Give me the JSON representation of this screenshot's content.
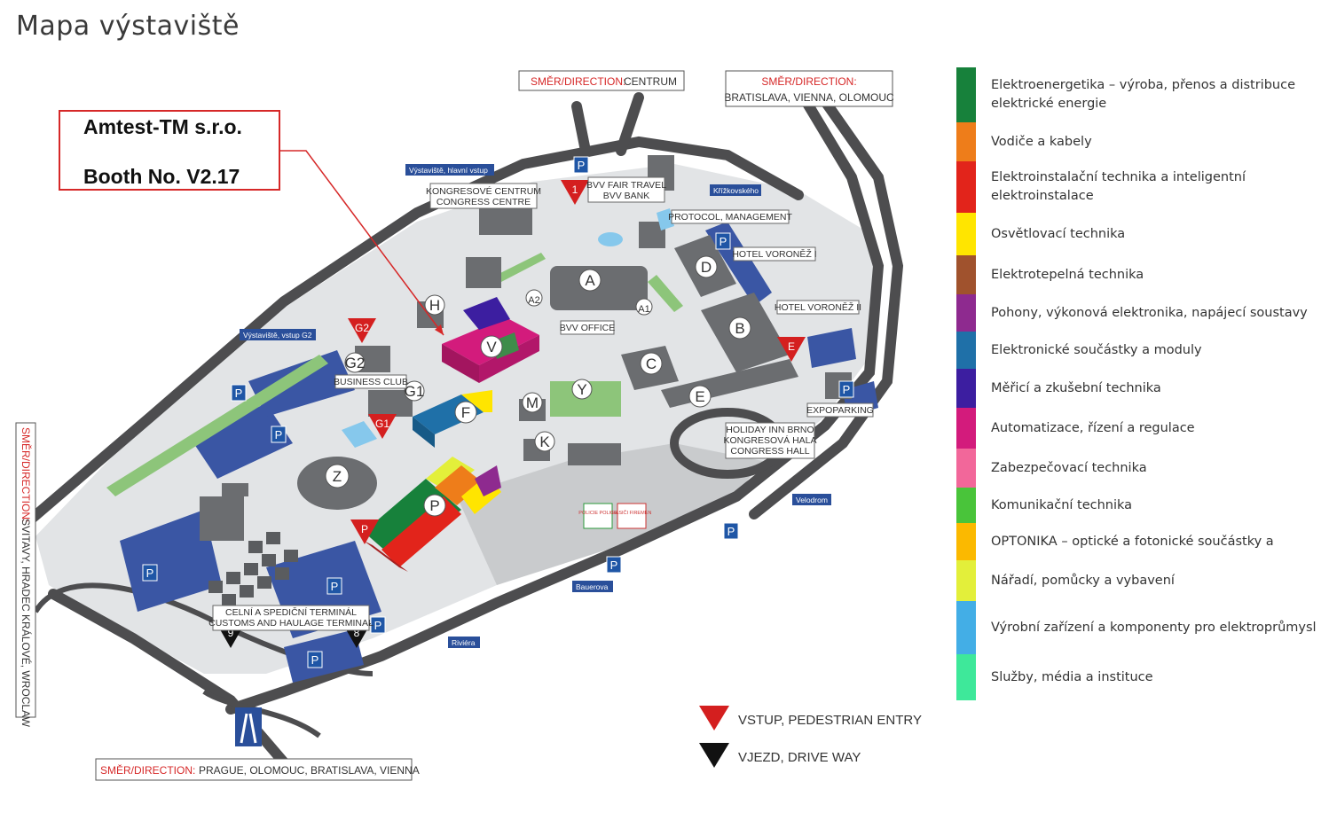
{
  "page_title": "Mapa výstaviště",
  "callout": {
    "company": "Amtest-TM s.r.o.",
    "booth": "Booth No. V2.17"
  },
  "directions": {
    "top_centre": {
      "prefix": "SMĚR/DIRECTION:",
      "text": "CENTRUM"
    },
    "top_right": {
      "prefix": "SMĚR/DIRECTION:",
      "text": "BRATISLAVA, VIENNA, OLOMOUC"
    },
    "bottom": {
      "prefix": "SMĚR/DIRECTION:",
      "text": "PRAGUE, OLOMOUC, BRATISLAVA, VIENNA"
    },
    "left": {
      "prefix": "SMĚR/DIRECTION:",
      "text": "SVITAVY, HRADEC KRÁLOVÉ, WROCLAW"
    }
  },
  "map_labels": {
    "main_entrance": "Výstaviště, hlavní vstup",
    "congress_centre_cz": "KONGRESOVÉ CENTRUM",
    "congress_centre_en": "CONGRESS CENTRE",
    "bvv_fair_travel": "BVV FAIR TRAVEL",
    "bvv_bank": "BVV BANK",
    "protocol": "PROTOCOL, MANAGEMENT",
    "krizkovskeho": "Křížkovského",
    "hotel_voronez_1": "HOTEL VORONĚŽ I",
    "hotel_voronez_2": "HOTEL VORONĚŽ II",
    "bvv_office": "BVV OFFICE",
    "entrance_g2": "Výstaviště, vstup G2",
    "business_club": "BUSINESS CLUB",
    "expoparking": "EXPOPARKING",
    "holiday_inn_1": "HOLIDAY INN BRNO",
    "holiday_inn_2": "KONGRESOVÁ HALA",
    "holiday_inn_3": "CONGRESS HALL",
    "velodrom": "Velodrom",
    "bauerova": "Bauerova",
    "riviera": "Riviéra",
    "police": "POLICIE POLICE",
    "hasici": "HASIČI FIREMEN",
    "customs_1": "CELNÍ A SPEDIČNÍ TERMINÁL",
    "customs_2": "CUSTOMS AND HAULAGE TERMINAL"
  },
  "pavilions": [
    "A",
    "A2",
    "A1",
    "B",
    "C",
    "D",
    "E",
    "F",
    "G1",
    "G2",
    "H",
    "K",
    "M",
    "P",
    "V",
    "Y",
    "Z"
  ],
  "entrances": {
    "pedestrian": [
      "1",
      "G2",
      "E",
      "G1",
      "P"
    ],
    "drive": [
      "9",
      "8"
    ]
  },
  "parking_label": "P",
  "key": {
    "pedestrian": "VSTUP, PEDESTRIAN ENTRY",
    "drive": "VJEZD, DRIVE WAY"
  },
  "legend": [
    {
      "color": "#17813b",
      "label": "Elektroenergetika – výroba, přenos a distribuce elektrické energie"
    },
    {
      "color": "#ee7d1a",
      "label": "Vodiče a kabely"
    },
    {
      "color": "#e2241b",
      "label": "Elektroinstalační technika a inteligentní elektroinstalace"
    },
    {
      "color": "#ffe500",
      "label": "Osvětlovací technika"
    },
    {
      "color": "#a0522d",
      "label": "Elektrotepelná technika"
    },
    {
      "color": "#8e2a8f",
      "label": "Pohony, výkonová elektronika, napájecí soustavy"
    },
    {
      "color": "#1f70a8",
      "label": "Elektronické součástky a moduly"
    },
    {
      "color": "#3c1ea0",
      "label": "Měřicí a zkušební technika"
    },
    {
      "color": "#d31b7c",
      "label": "Automatizace, řízení a regulace"
    },
    {
      "color": "#f2679a",
      "label": "Zabezpečovací technika"
    },
    {
      "color": "#49c43a",
      "label": "Komunikační technika"
    },
    {
      "color": "#fbb900",
      "label": "OPTONIKA – optické a fotonické součástky a"
    },
    {
      "color": "#e3ef3a",
      "label": "Nářadí, pomůcky a vybavení"
    },
    {
      "color": "#43aee6",
      "label": "Výrobní zařízení a komponenty pro elektroprůmysl"
    },
    {
      "color": "#3ee89a",
      "label": "Služby, média a instituce"
    }
  ]
}
